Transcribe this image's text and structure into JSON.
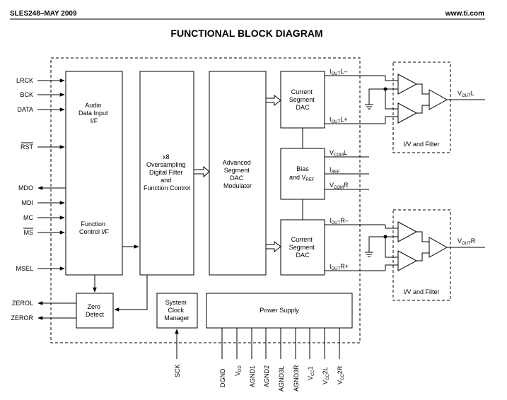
{
  "header": {
    "doc_id": "SLES248–MAY 2009",
    "website": "www.ti.com"
  },
  "title": "FUNCTIONAL BLOCK DIAGRAM",
  "blocks": {
    "audio_if": [
      "Audio",
      "Data Input",
      "I/F"
    ],
    "function_if": [
      "Function",
      "Control I/F"
    ],
    "oversampling": [
      "x8",
      "Oversampling",
      "Digital Filter",
      "and",
      "Function Control"
    ],
    "modulator": [
      "Advanced",
      "Segment",
      "DAC",
      "Modulator"
    ],
    "dac_top": [
      "Current",
      "Segment",
      "DAC"
    ],
    "bias": [
      "Bias",
      "and V",
      "REF"
    ],
    "dac_bottom": [
      "Current",
      "Segment",
      "DAC"
    ],
    "zero_detect": [
      "Zero",
      "Detect"
    ],
    "clock_manager": [
      "System",
      "Clock",
      "Manager"
    ],
    "power_supply": "Power Supply",
    "filter_top": "I/V and Filter",
    "filter_bottom": "I/V and Filter"
  },
  "pins_left": {
    "lrck": "LRCK",
    "bck": "BCK",
    "data": "DATA",
    "rst": "RST",
    "mdo": "MDO",
    "mdi": "MDI",
    "mc": "MC",
    "ms": "MS",
    "msel": "MSEL",
    "zerol": "ZEROL",
    "zeror": "ZEROR"
  },
  "signals": {
    "iout_l_minus": {
      "base": "I",
      "sub": "OUT",
      "suffix": "L–"
    },
    "iout_l_plus": {
      "base": "I",
      "sub": "OUT",
      "suffix": "L+"
    },
    "vcom_l": {
      "base": "V",
      "sub": "COM",
      "suffix": "L"
    },
    "iref": {
      "base": "I",
      "sub": "REF",
      "suffix": ""
    },
    "vcom_r": {
      "base": "V",
      "sub": "COM",
      "suffix": "R"
    },
    "iout_r_minus": {
      "base": "I",
      "sub": "OUT",
      "suffix": "R–"
    },
    "iout_r_plus": {
      "base": "I",
      "sub": "OUT",
      "suffix": "R+"
    },
    "vout_l": {
      "base": "V",
      "sub": "OUT",
      "suffix": "L"
    },
    "vout_r": {
      "base": "V",
      "sub": "OUT",
      "suffix": "R"
    }
  },
  "pins_bottom": {
    "sck": "SCK",
    "dgnd": "DGND",
    "vdd": {
      "base": "V",
      "sub": "DD"
    },
    "agnd1": "AGND1",
    "agnd2": "AGND2",
    "agnd3l": "AGND3L",
    "agnd3r": "AGND3R",
    "vcc1": {
      "base": "V",
      "sub": "CC",
      "suffix": "1"
    },
    "vcc2l": {
      "base": "V",
      "sub": "CC",
      "suffix": "2L"
    },
    "vcc2r": {
      "base": "V",
      "sub": "CC",
      "suffix": "2R"
    }
  }
}
